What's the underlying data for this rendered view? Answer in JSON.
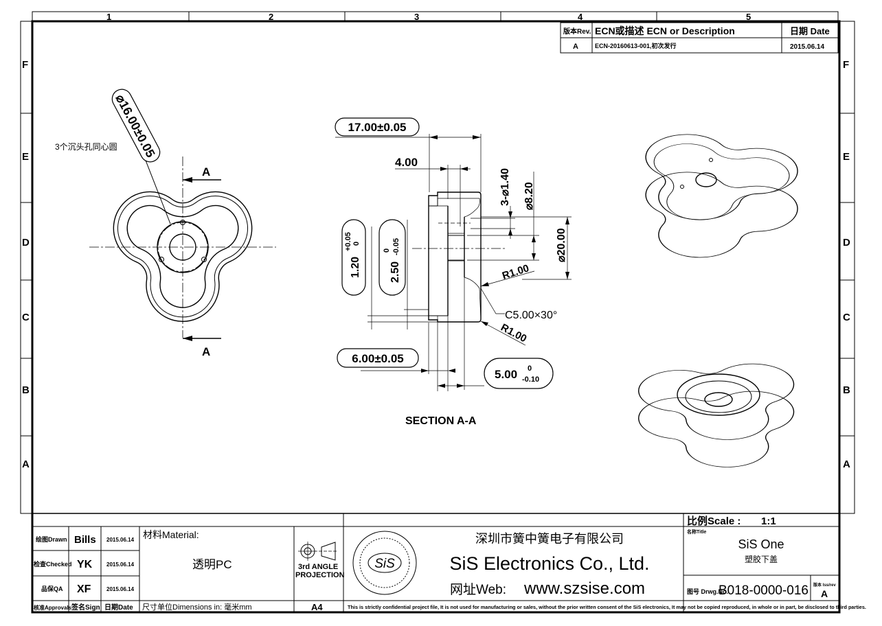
{
  "frame": {
    "columns": [
      "1",
      "2",
      "3",
      "4",
      "5"
    ],
    "rows": [
      "F",
      "E",
      "D",
      "C",
      "B",
      "A"
    ]
  },
  "revision": {
    "rev_header": "版本Rev.",
    "desc_header": "ECN或描述 ECN or Description",
    "date_header": "日期 Date",
    "rows": [
      {
        "rev": "A",
        "desc": "ECN-20160613-001,初次发行",
        "date": "2015.06.14"
      }
    ]
  },
  "top_view": {
    "note": "3个沉头孔同心圆",
    "pcd_dim": "⌀16.00±0.05",
    "section_mark": "A"
  },
  "section_view": {
    "title": "SECTION   A-A",
    "dims": {
      "overall_width": "17.00±0.05",
      "step": "4.00",
      "holes": "3-⌀1.40",
      "d820": "⌀8.20",
      "d2000": "⌀20.00",
      "r1_top": "R1.00",
      "chamfer": "C5.00×30°",
      "r1_bottom": "R1.00",
      "t120": "1.20",
      "t120_tol_upper": "+0.05",
      "t120_tol_lower": "0",
      "t250": "2.50",
      "t250_tol_upper": "0",
      "t250_tol_lower": "-0.05",
      "w600": "6.00±0.05",
      "w500": "5.00",
      "w500_tol_upper": "0",
      "w500_tol_lower": "-0.10"
    }
  },
  "title_block": {
    "drawn_label": "绘图Drawn",
    "drawn_name": "Bills",
    "drawn_date": "2015.06.14",
    "checked_label": "检查Checked",
    "checked_name": "YK",
    "checked_date": "2015.06.14",
    "qa_label": "品保QA",
    "qa_name": "XF",
    "qa_date": "2015.06.14",
    "approvals_label": "核准Approvals",
    "sign_label": "签名Sign",
    "date_label": "日期Date",
    "material_label": "材料Material:",
    "material_value": "透明PC",
    "dimensions_label": "尺寸单位Dimensions  in:  毫米mm",
    "projection_line1": "3rd  ANGLE",
    "projection_line2": "PROJECTION",
    "sheet_size": "A4",
    "logo_text": "SiS",
    "company_cn": "深圳市簧中簧电子有限公司",
    "company_en": "SiS  Electronics  Co.,  Ltd.",
    "web_label": "网址Web:",
    "web_url": "www.szsise.com",
    "scale_label": "比例Scale  :",
    "scale_value": "1:1",
    "title_label": "名称Title",
    "title_value": "SiS  One",
    "title_cn": "塑胶下盖",
    "drwg_label": "图号 Drwg.No.",
    "drwg_no": "B018-0000-016",
    "rev_label": "版本 Iss/rev",
    "rev_value": "A",
    "confidential": "This is strictly confidential project file, It is not used for manufacturing or sales, without the prior written consent of the SiS electronics, It may not be copied reproduced, in whole or in part, be disclosed to third parties."
  }
}
